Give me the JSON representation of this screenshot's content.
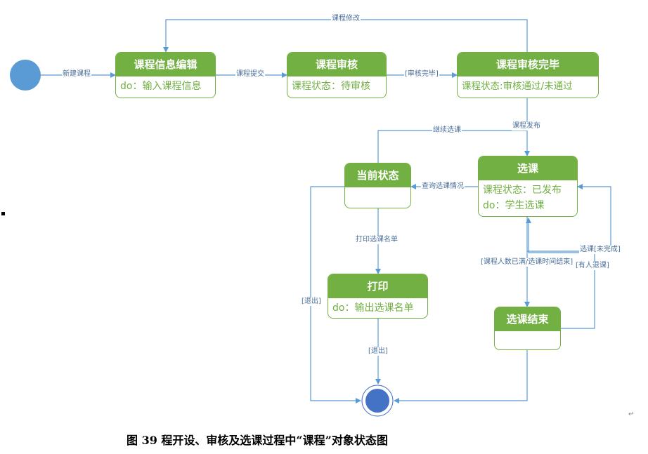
{
  "states": {
    "edit": {
      "title": "课程信息编辑",
      "lines": [
        "do：输入课程信息"
      ]
    },
    "review": {
      "title": "课程审核",
      "lines": [
        "课程状态：待审核"
      ]
    },
    "review_done": {
      "title": "课程审核完毕",
      "lines": [
        "课程状态:审核通过/未通过"
      ]
    },
    "current": {
      "title": "当前状态",
      "lines": []
    },
    "select": {
      "title": "选课",
      "lines": [
        "课程状态：已发布",
        "do：学生选课"
      ]
    },
    "print": {
      "title": "打印",
      "lines": [
        "do：输出选课名单"
      ]
    },
    "select_end": {
      "title": "选课结束",
      "lines": []
    }
  },
  "transitions": {
    "new_course": "新建课程",
    "submit": "课程提交",
    "review_done": "[审核完毕]",
    "modify": "课程修改",
    "publish": "课程发布",
    "continue_select": "继续选课",
    "query_select": "查询选课情况",
    "print_list": "打印选课名单",
    "exit_left": "[退出]",
    "exit_print": "[退出]",
    "full_or_timeout": "[课程人数已满/选课时间结束]",
    "select_unfinished": "选课[未完成]",
    "someone_quit": "[有人退课]"
  },
  "caption": "图  39    程开设、审核及选课过程中“课程”对象状态图",
  "colors": {
    "state_green": "#72b043",
    "node_blue": "#5b9bd5",
    "final_blue": "#4472c4",
    "arrow": "#5b9bd5"
  }
}
